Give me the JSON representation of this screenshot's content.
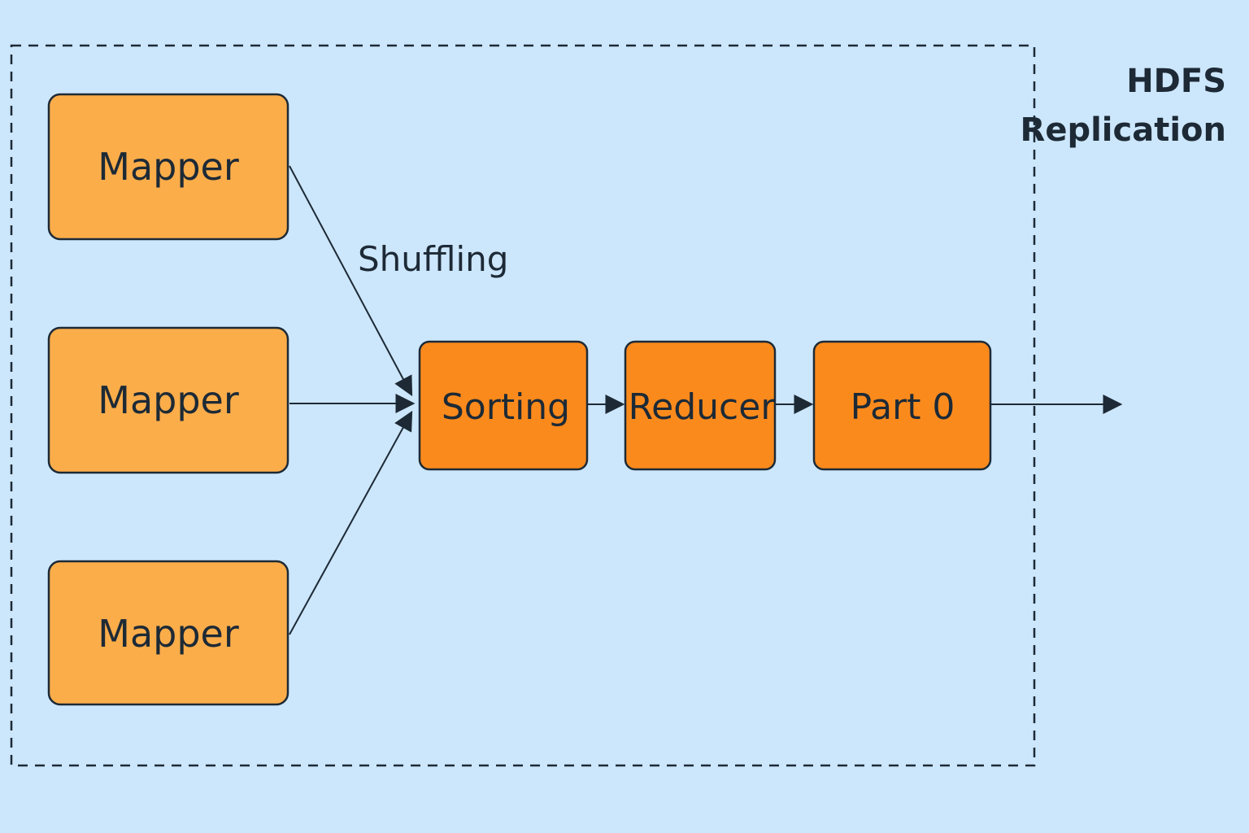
{
  "cluster": {
    "label_line1": "HDFS",
    "label_line2": "Replication"
  },
  "mappers": [
    {
      "label": "Mapper"
    },
    {
      "label": "Mapper"
    },
    {
      "label": "Mapper"
    }
  ],
  "shuffle": {
    "label": "Shuffling"
  },
  "stages": {
    "sorting": "Sorting",
    "reducer": "Reducer",
    "output": "Part 0"
  },
  "colors": {
    "background": "#cce6fb",
    "mapper_fill": "#fbad4a",
    "stage_fill": "#fb8a1c",
    "stroke": "#1d2a36"
  }
}
